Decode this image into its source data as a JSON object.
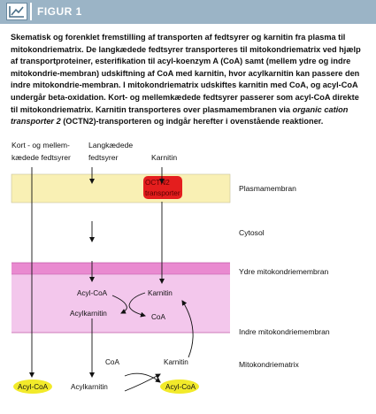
{
  "header": {
    "title": "FIGUR 1",
    "logo_icon": "chart-logo-icon",
    "bar_color": "#9bb4c6"
  },
  "caption": {
    "part1": "Skematisk og forenklet fremstilling af transporten af fedtsyrer og karnitin fra plasma til mitokondriematrix. De langkædede fedtsyrer transporteres til mitokondriematrix ved hjælp af transportproteiner, esterifikation til acyl-koenzym A (CoA) samt (mellem ydre og indre mitokondrie-membran) udskiftning af CoA med karnitin, hvor acylkarnitin kan passere den indre mitokondrie-membran. I mitokondriematrix udskiftes karnitin med CoA, og acyl-CoA undergår beta-oxidation. Kort- og mellemkædede fedtsyrer passerer som acyl-CoA direkte til mitokondriematrix. Karnitin transporteres over plasmamembranen via ",
    "italic": "organic cation transporter 2",
    "part2": " (OCTN2)-transporteren og indgår herefter i ovenstående reaktioner."
  },
  "diagram": {
    "source_labels": {
      "short_medium_line1": "Kort - og mellem-",
      "short_medium_line2": "kædede fedtsyrer",
      "long_chain_line1": "Langkædede",
      "long_chain_line2": "fedtsyrer",
      "carnitine": "Karnitin"
    },
    "transporter": {
      "line1": "OCTN2",
      "line2": "transporter",
      "color": "#e41e1e"
    },
    "compartments": {
      "plasma_membrane": "Plasmamembran",
      "cytosol": "Cytosol",
      "outer_membrane": "Ydre mitokondriemembran",
      "inner_membrane": "Indre mitokondriemembran",
      "matrix": "Mitokondriematrix"
    },
    "intermembrane": {
      "acyl_coa": "Acyl-CoA",
      "karnitin": "Karnitin",
      "acylkarnitin": "Acylkarnitin",
      "coa": "CoA"
    },
    "matrix": {
      "coa": "CoA",
      "karnitin": "Karnitin",
      "acyl_coa_left": "Acyl-CoA",
      "acylkarnitin": "Acylkarnitin",
      "acyl_coa_right": "Acyl-CoA"
    },
    "colors": {
      "membrane_yellow": "#f9f0b4",
      "outer_membrane_pink": "#e98ad0",
      "intermembrane_pink": "#f3c7ec",
      "highlight_yellow": "#f2ea2a"
    }
  }
}
